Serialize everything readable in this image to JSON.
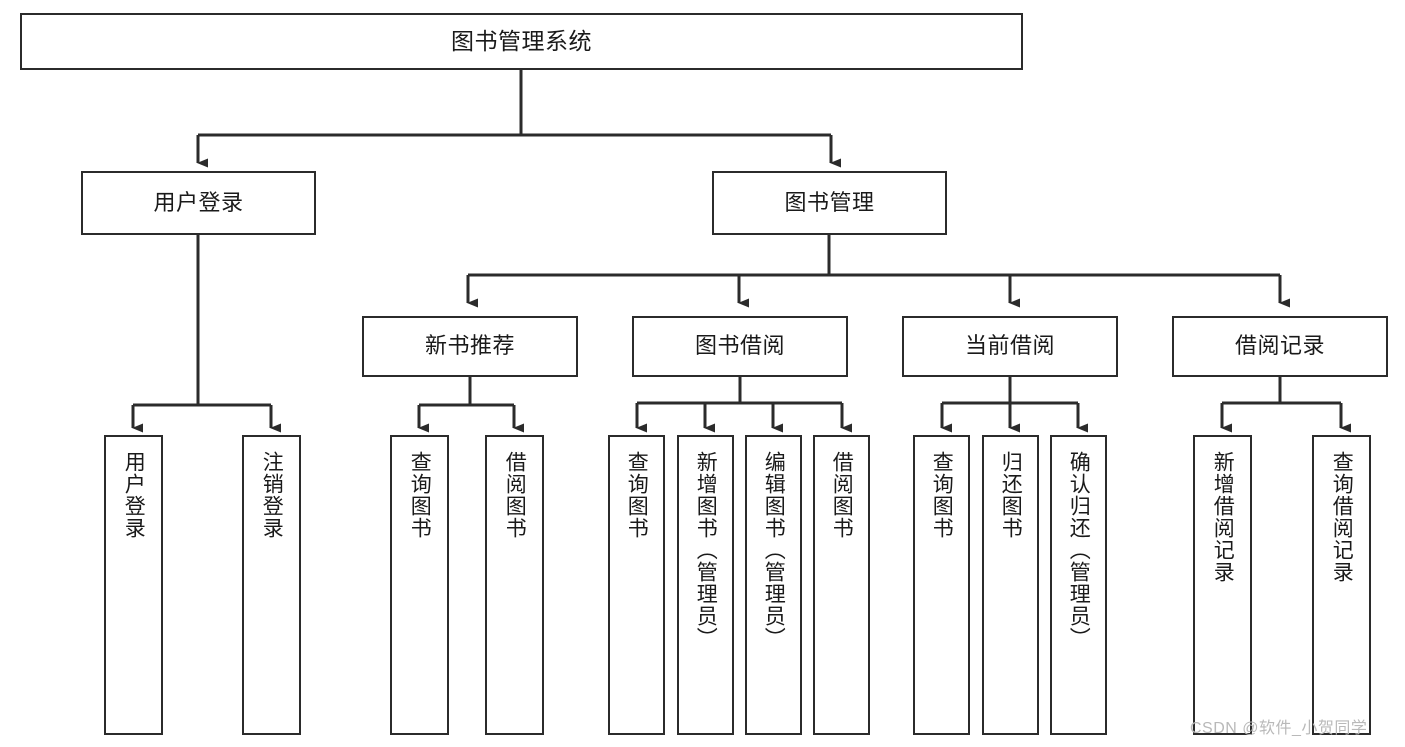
{
  "diagram": {
    "type": "tree-hierarchy",
    "title": "图书管理系统",
    "watermark": "CSDN @软件_小贺同学",
    "colors": {
      "node_border": "#2b2b2b",
      "node_fill": "#ffffff",
      "connector": "#2b2b2b",
      "text": "#1a1a1a",
      "watermark": "#b9b9b9",
      "background": "#ffffff"
    },
    "nodes": {
      "root": {
        "label": "图书管理系统",
        "level": 1
      },
      "level2": [
        {
          "id": "user-login",
          "label": "用户登录"
        },
        {
          "id": "book-management",
          "label": "图书管理"
        }
      ],
      "level3": [
        {
          "id": "new-book-recommend",
          "label": "新书推荐"
        },
        {
          "id": "book-borrow",
          "label": "图书借阅"
        },
        {
          "id": "current-borrow",
          "label": "当前借阅"
        },
        {
          "id": "borrow-record",
          "label": "借阅记录"
        }
      ],
      "leaves": {
        "user-login": [
          {
            "id": "leaf-user-login",
            "label": "用户登录"
          },
          {
            "id": "leaf-logout-login",
            "label": "注销登录"
          }
        ],
        "new-book-recommend": [
          {
            "id": "leaf-query-book-1",
            "label": "查询图书"
          },
          {
            "id": "leaf-borrow-book-1",
            "label": "借阅图书"
          }
        ],
        "book-borrow": [
          {
            "id": "leaf-query-book-2",
            "label": "查询图书"
          },
          {
            "id": "leaf-add-book",
            "label": "新增图书（管理员）"
          },
          {
            "id": "leaf-edit-book",
            "label": "编辑图书（管理员）"
          },
          {
            "id": "leaf-borrow-book-2",
            "label": "借阅图书"
          }
        ],
        "current-borrow": [
          {
            "id": "leaf-query-book-3",
            "label": "查询图书"
          },
          {
            "id": "leaf-return-book",
            "label": "归还图书"
          },
          {
            "id": "leaf-confirm-return",
            "label": "确认归还（管理员）"
          }
        ],
        "borrow-record": [
          {
            "id": "leaf-add-record",
            "label": "新增借阅记录"
          },
          {
            "id": "leaf-query-record",
            "label": "查询借阅记录"
          }
        ]
      }
    }
  }
}
